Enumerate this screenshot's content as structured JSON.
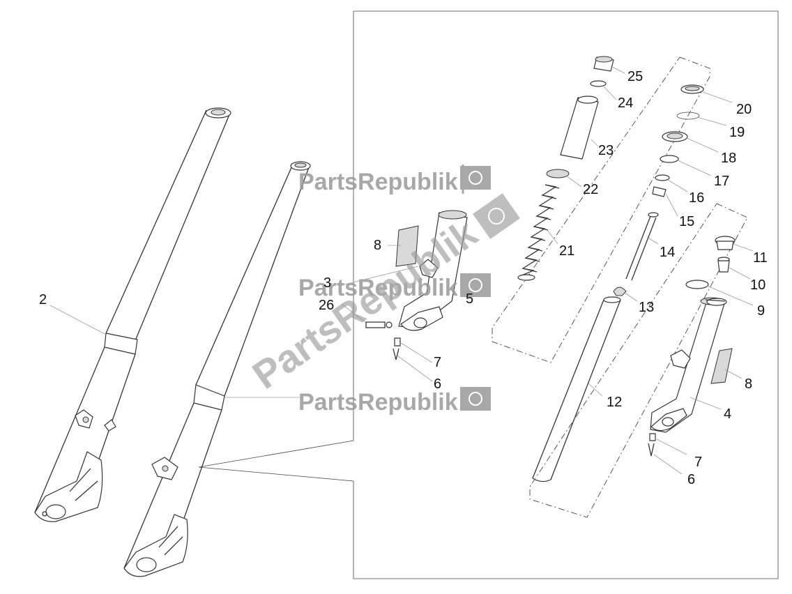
{
  "labels": {
    "p2": "2",
    "p3": "3",
    "p26": "26",
    "p5": "5",
    "p7a": "7",
    "p6a": "6",
    "p8a": "8",
    "p25": "25",
    "p24": "24",
    "p23": "23",
    "p22": "22",
    "p21": "21",
    "p20": "20",
    "p19": "19",
    "p18": "18",
    "p17": "17",
    "p16": "16",
    "p15": "15",
    "p14": "14",
    "p13": "13",
    "p12": "12",
    "p11": "11",
    "p10": "10",
    "p9": "9",
    "p8b": "8",
    "p4": "4",
    "p7b": "7",
    "p6b": "6"
  },
  "watermark": {
    "text": "PartsRepublik"
  },
  "colors": {
    "line": "#333333",
    "watermark": "#9a9a9a",
    "background": "#ffffff"
  }
}
